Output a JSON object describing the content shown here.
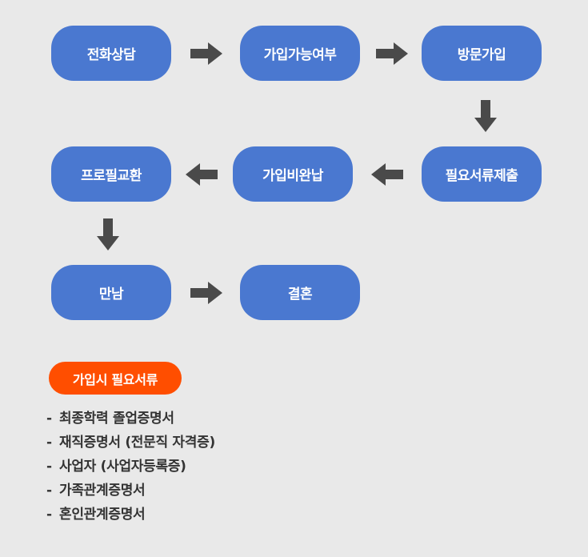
{
  "flow": {
    "steps": [
      "전화상담",
      "가입가능여부",
      "방문가입",
      "필요서류제출",
      "가입비완납",
      "프로필교환",
      "만남",
      "결혼"
    ]
  },
  "colors": {
    "step_fill": "#4a78d0",
    "arrow_fill": "#4a4a4a",
    "badge_fill": "#ff4e00",
    "background": "#e9e9e9"
  },
  "requirements": {
    "title": "가입시 필요서류",
    "dash": "-",
    "items": [
      "최종학력 졸업증명서",
      "재직증명서 (전문직 자격증)",
      "사업자 (사업자등록증)",
      "가족관계증명서",
      "혼인관계증명서"
    ]
  }
}
